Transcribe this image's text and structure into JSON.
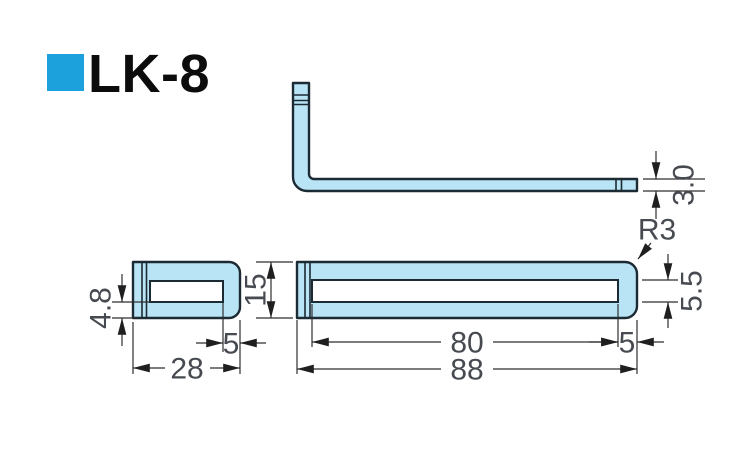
{
  "title": {
    "label": "LK-8",
    "accent_color": "#1da1dc"
  },
  "colors": {
    "part_fill": "#b9e4f6",
    "part_outline": "#1c2a33",
    "dimension_line": "#2e2e2e",
    "dimension_text": "#474b51"
  },
  "drawing": {
    "side_view": {
      "thickness": "3.0"
    },
    "top_view": {
      "corner_radius": "R3",
      "slot_width": "5.5",
      "bar_width": "15",
      "slot_length": "80",
      "end_margin": "5",
      "overall_length": "88"
    },
    "front_view": {
      "flange_width": "4.8",
      "end_margin": "5",
      "arm_length": "28"
    }
  }
}
